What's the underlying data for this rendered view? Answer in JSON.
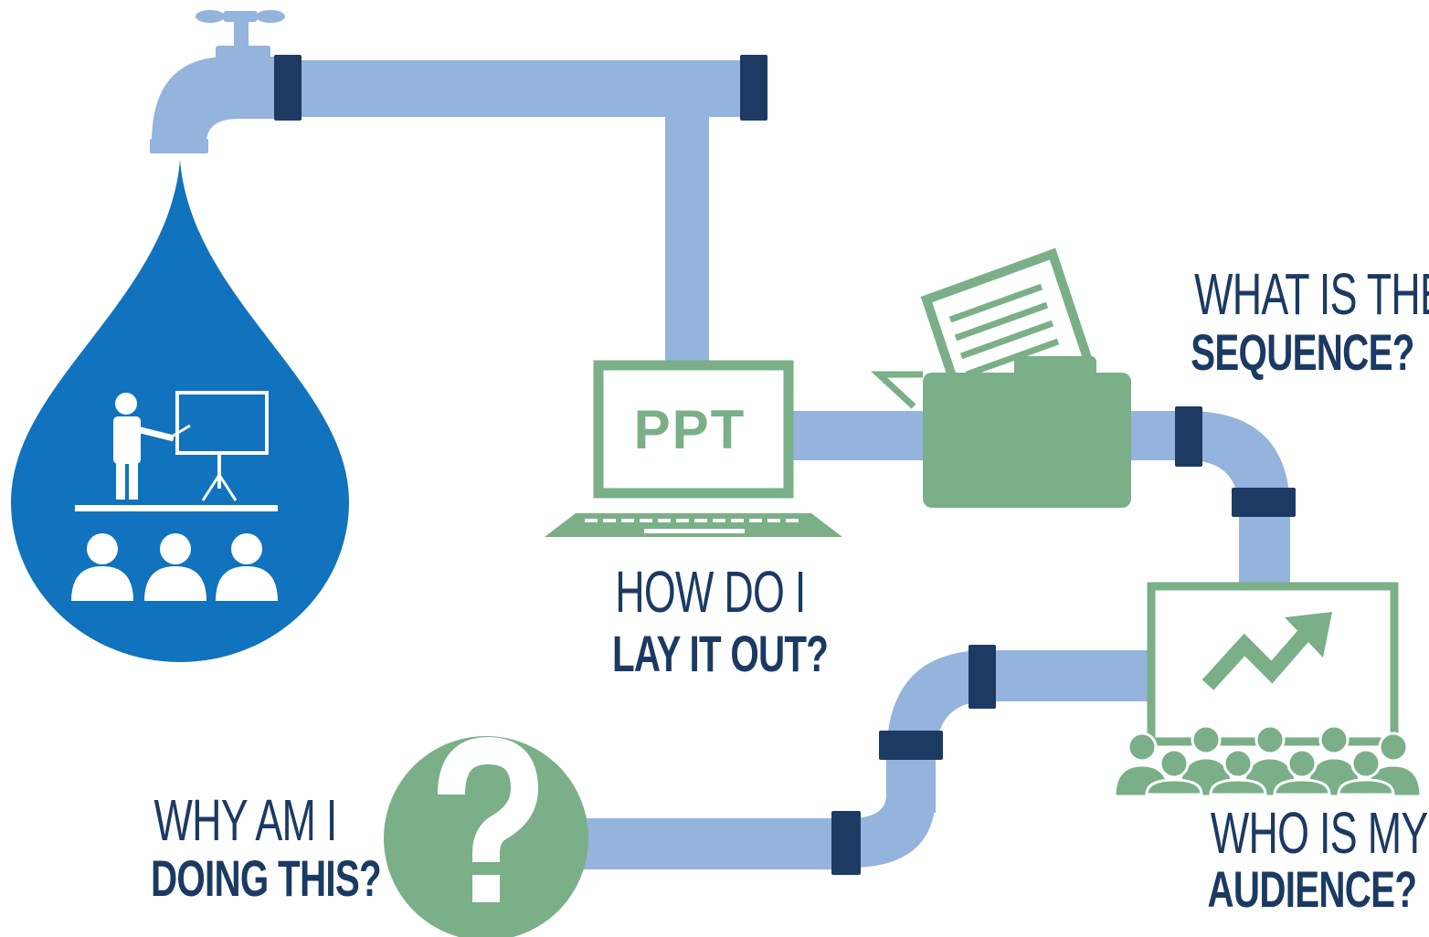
{
  "colors": {
    "pipe": "#94b3dd",
    "coupling": "#1d3a63",
    "drop": "#1172bd",
    "green": "#7aaf88",
    "text": "#1b3a63"
  },
  "laptop": {
    "screen_text": "PPT"
  },
  "labels": {
    "layout": {
      "line1": "HOW DO I",
      "line2": "LAY IT OUT?"
    },
    "sequence": {
      "line1": "WHAT IS THE",
      "line2": "SEQUENCE?"
    },
    "audience": {
      "line1": "WHO IS MY",
      "line2": "AUDIENCE?"
    },
    "why": {
      "line1": "WHY AM I",
      "line2": "DOING THIS?"
    }
  },
  "icons": [
    "faucet-icon",
    "water-drop-icon",
    "presenter-icon",
    "audience-icon",
    "laptop-icon",
    "folder-icon",
    "document-icon",
    "chart-board-icon",
    "question-mark-icon"
  ]
}
